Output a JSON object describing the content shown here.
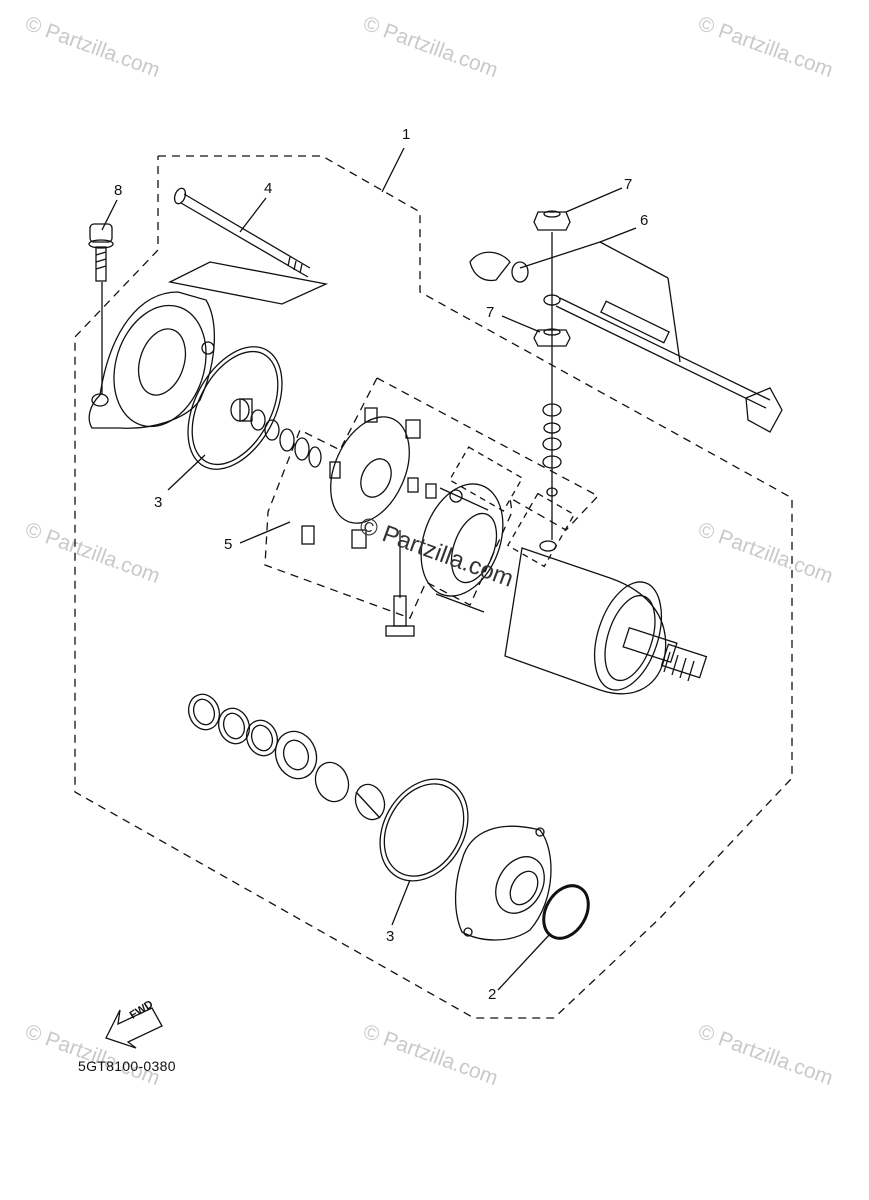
{
  "watermark": "© Partzilla.com",
  "center_watermark": "© Partzilla.com",
  "diagram_code": "5GT8100-0380",
  "fwd_label": "FWD",
  "callouts": {
    "c1": "1",
    "c2": "2",
    "c3a": "3",
    "c3b": "3",
    "c4": "4",
    "c5": "5",
    "c6": "6",
    "c7a": "7",
    "c7b": "7",
    "c8": "8"
  }
}
